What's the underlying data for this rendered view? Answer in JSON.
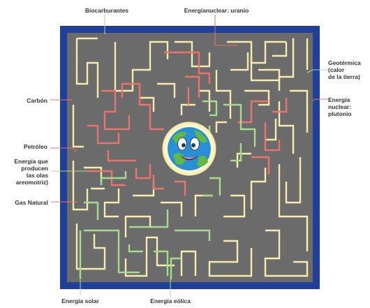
{
  "labels": {
    "biocarburantes": "Biocarburantes",
    "nuclear_uranio": "Energíanuclear: uranio",
    "geotermica": "Geotérmica\n(calor\nde la tierra)",
    "carbon": "Carbón",
    "nuclear_plutonio": "Energía\nnuclear:\nplutonio",
    "petroleo": "Petróleo",
    "olas": "Energía que\nproducen\nlas olas\nareomotriz)",
    "gas_natural": "Gas Natural",
    "solar": "Energía solar",
    "eolica": "Energía eólica"
  },
  "colors": {
    "frame": "#1f3f99",
    "maze_bg": "#6b6b6b",
    "wall_yellow": "#f6ecb0",
    "wall_red": "#e8746b",
    "wall_green": "#a6dc8e",
    "earth_ocean": "#2b8fd6",
    "earth_land": "#5fb847"
  },
  "center_icon": "smiling-earth-cartoon"
}
